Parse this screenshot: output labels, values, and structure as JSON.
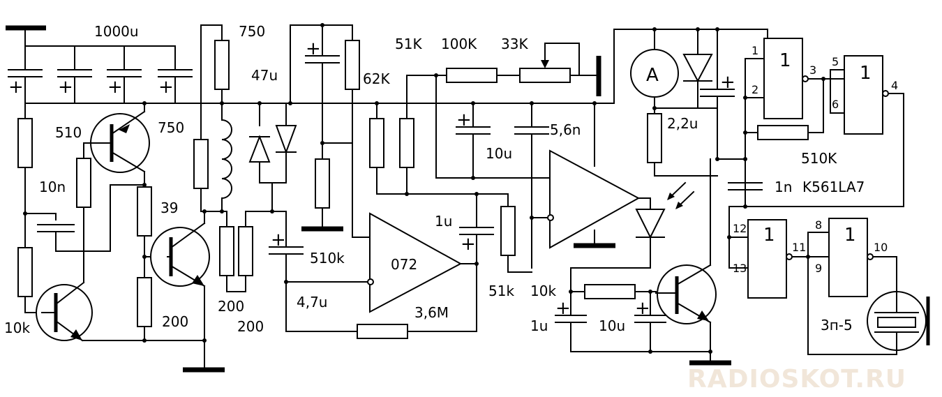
{
  "labels": {
    "c_1000u": "1000u",
    "r_750_top": "750",
    "c_47u": "47u",
    "r_62k": "62K",
    "r_51k_top": "51K",
    "r_100k": "100K",
    "r_33k": "33K",
    "r_510": "510",
    "r_750": "750",
    "c_10n": "10n",
    "r_39": "39",
    "r_10k_left": "10k",
    "r_200_a": "200",
    "r_200_b": "200",
    "r_200_c": "200",
    "c_510k": "510k",
    "c_4_7u": "4,7u",
    "r_3_6m": "3,6M",
    "opamp_072": "072",
    "c_1u_op": "1u",
    "c_10u_mid": "10u",
    "c_5_6n": "5,6n",
    "r_51k_low": "51k",
    "r_10k_low": "10k",
    "c_1u_low": "1u",
    "c_10u_low": "10u",
    "meter_a": "A",
    "c_2_2u": "2,2u",
    "r_510k": "510K",
    "c_1n": "1n",
    "ic_k561la7": "K561LA7",
    "gate_1": "1",
    "gate_2": "1",
    "gate_3": "1",
    "gate_4": "1",
    "pin_1": "1",
    "pin_2": "2",
    "pin_3": "3",
    "pin_4": "4",
    "pin_5": "5",
    "pin_6": "6",
    "pin_8": "8",
    "pin_9": "9",
    "pin_10": "10",
    "pin_11": "11",
    "pin_12": "12",
    "pin_13": "13",
    "piezo": "3п-5",
    "watermark": "RADIOSKOT.RU"
  }
}
